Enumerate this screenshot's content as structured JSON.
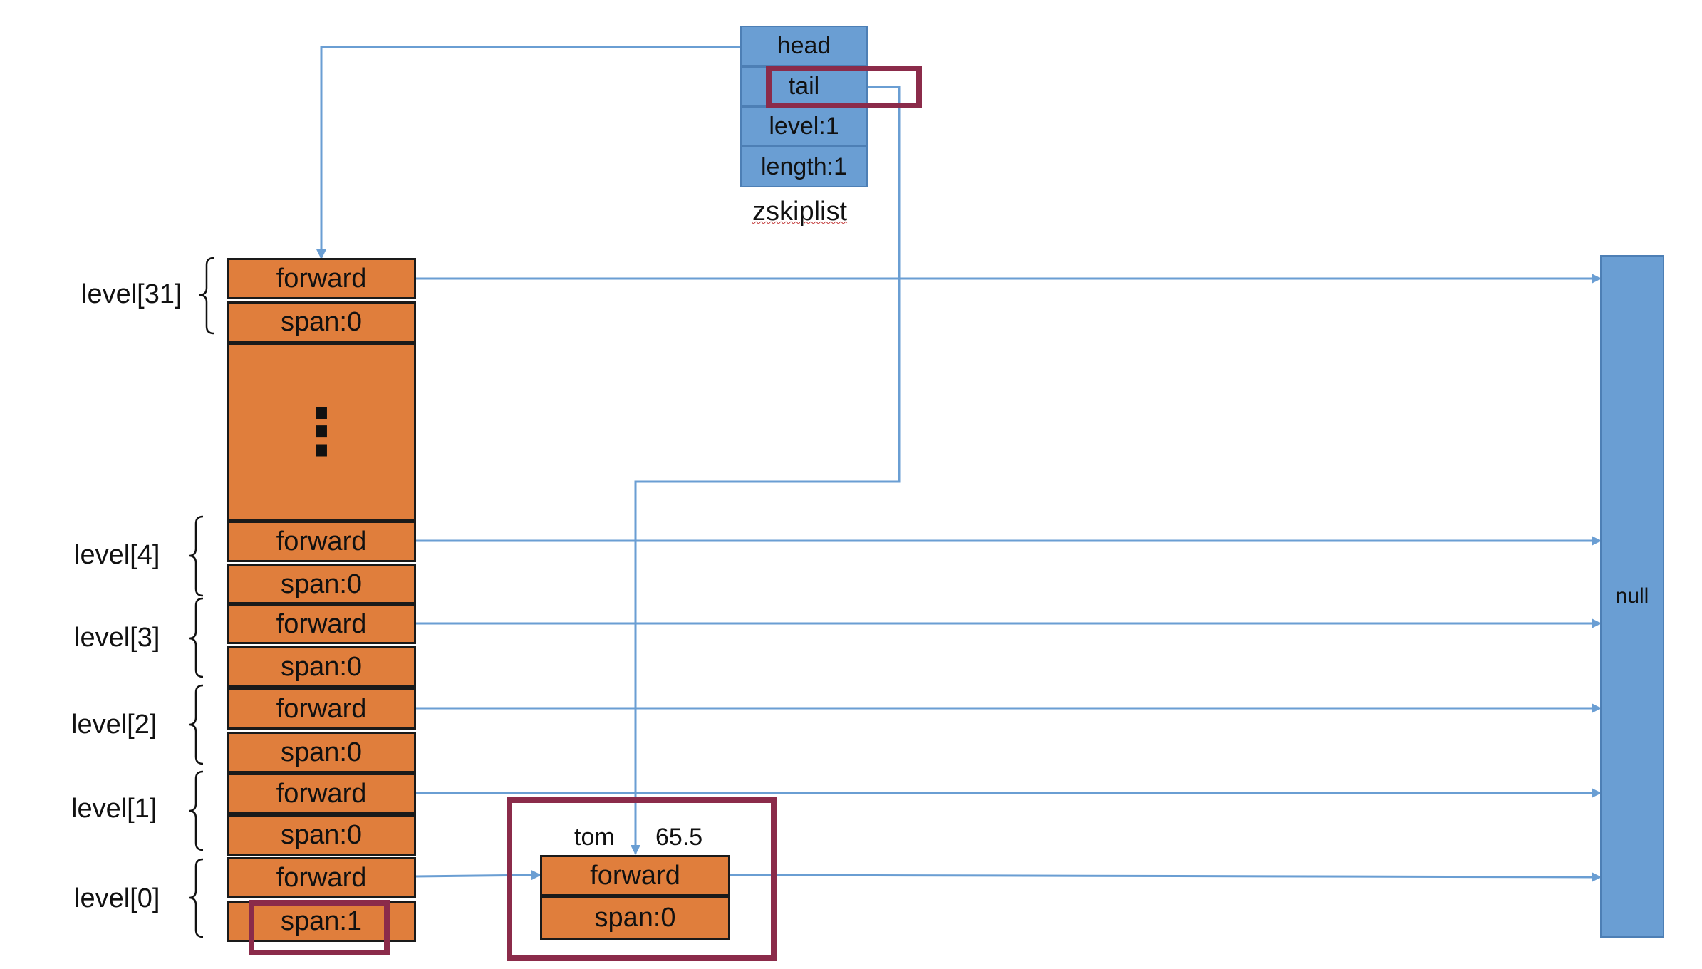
{
  "zskiplist": {
    "fields": [
      "head",
      "tail",
      "level:1",
      "length:1"
    ],
    "caption": "zskiplist"
  },
  "header_node": {
    "levels": [
      {
        "label": "level[31]",
        "forward": "forward",
        "span": "span:0"
      },
      {
        "label": "level[4]",
        "forward": "forward",
        "span": "span:0"
      },
      {
        "label": "level[3]",
        "forward": "forward",
        "span": "span:0"
      },
      {
        "label": "level[2]",
        "forward": "forward",
        "span": "span:0"
      },
      {
        "label": "level[1]",
        "forward": "forward",
        "span": "span:0"
      },
      {
        "label": "level[0]",
        "forward": "forward",
        "span": "span:1"
      }
    ],
    "ellipsis": "⋮"
  },
  "node_tom": {
    "member": "tom",
    "score": "65.5",
    "forward": "forward",
    "span": "span:0"
  },
  "null_label": "null",
  "colors": {
    "node": "#E07E3C",
    "struct": "#6A9ED3",
    "arrow": "#6A9ED3",
    "highlight": "#8B2B4A"
  }
}
